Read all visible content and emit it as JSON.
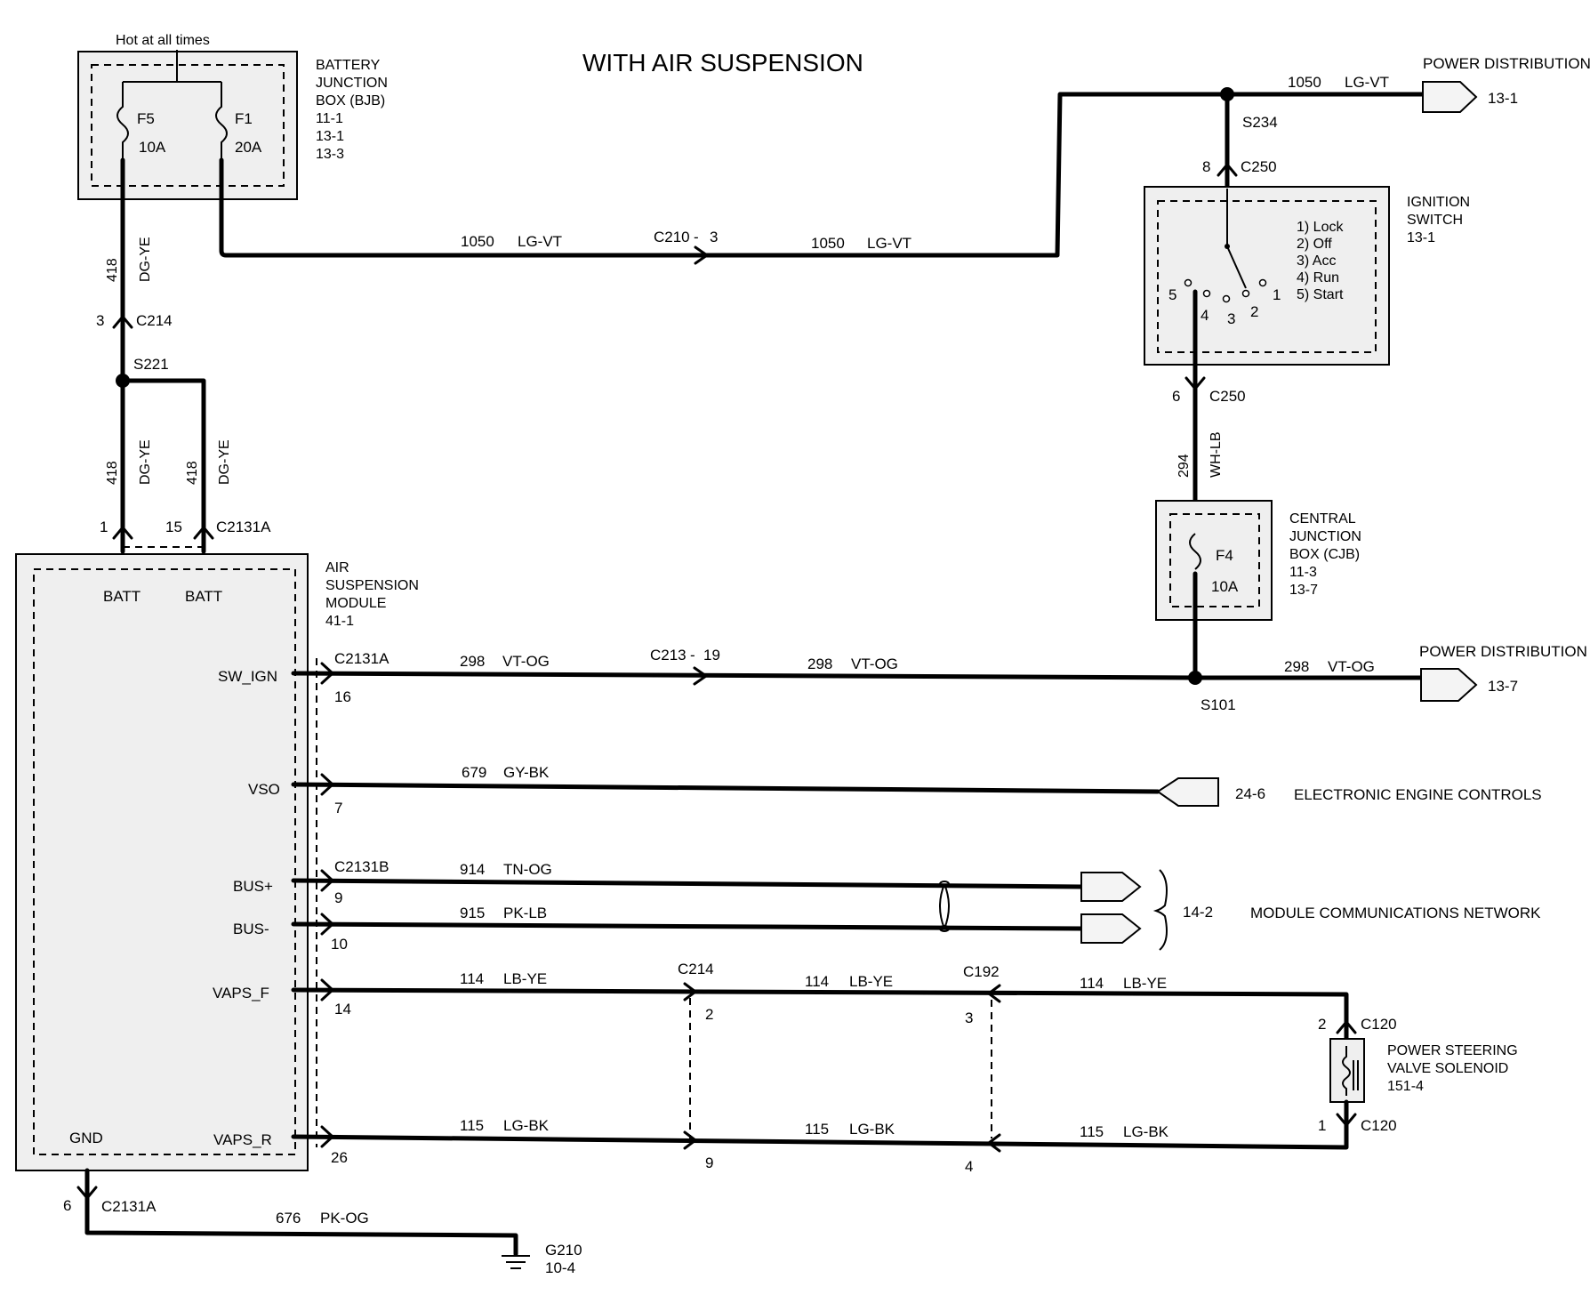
{
  "title": "WITH AIR SUSPENSION",
  "bjb": {
    "hot_label": "Hot at all times",
    "name_lines": [
      "BATTERY",
      "JUNCTION",
      "BOX (BJB)",
      "11-1",
      "13-1",
      "13-3"
    ],
    "f5": "F5",
    "f5_rating": "10A",
    "f1": "F1",
    "f1_rating": "20A"
  },
  "wires": {
    "w418a_num": "418",
    "w418a_col": "DG-YE",
    "w418b_num": "418",
    "w418b_col": "DG-YE",
    "w418c_num": "418",
    "w418c_col": "DG-YE",
    "w1050a_num": "1050",
    "w1050a_col": "LG-VT",
    "w1050b_num": "1050",
    "w1050b_col": "LG-VT",
    "w1050c_num": "1050",
    "w1050c_col": "LG-VT",
    "w294_num": "294",
    "w294_col": "WH-LB",
    "w298a_num": "298",
    "w298a_col": "VT-OG",
    "w298b_num": "298",
    "w298b_col": "VT-OG",
    "w298c_num": "298",
    "w298c_col": "VT-OG",
    "w679_num": "679",
    "w679_col": "GY-BK",
    "w914_num": "914",
    "w914_col": "TN-OG",
    "w915_num": "915",
    "w915_col": "PK-LB",
    "w114a_num": "114",
    "w114a_col": "LB-YE",
    "w114b_num": "114",
    "w114b_col": "LB-YE",
    "w114c_num": "114",
    "w114c_col": "LB-YE",
    "w115a_num": "115",
    "w115a_col": "LG-BK",
    "w115b_num": "115",
    "w115b_col": "LG-BK",
    "w115c_num": "115",
    "w115c_col": "LG-BK",
    "w676_num": "676",
    "w676_col": "PK-OG"
  },
  "connectors": {
    "c214_top_pin": "3",
    "c214_top": "C214",
    "s221": "S221",
    "c2131a_pin1": "1",
    "c2131a_pin15": "15",
    "c2131a_top": "C2131A",
    "c210": "C210",
    "c210_sep": "-",
    "c210_pin": "3",
    "s234": "S234",
    "c250_top_pin": "8",
    "c250_top": "C250",
    "c250_bot_pin": "6",
    "c250_bot": "C250",
    "c2131a_sw": "C2131A",
    "sw_pin": "16",
    "c213": "C213",
    "c213_sep": "-",
    "c213_pin": "19",
    "s101": "S101",
    "vso_pin": "7",
    "c2131b": "C2131B",
    "bus_p_pin": "9",
    "bus_m_pin": "10",
    "vaps_f_pin": "14",
    "vaps_r_pin": "26",
    "c214_mid": "C214",
    "c214_mid_pin_top": "2",
    "c214_mid_pin_bot": "9",
    "c192": "C192",
    "c192_pin_top": "3",
    "c192_pin_bot": "4",
    "c120_top_pin": "2",
    "c120_top": "C120",
    "c120_bot_pin": "1",
    "c120_bot": "C120",
    "gnd_pin": "6",
    "c2131a_gnd": "C2131A"
  },
  "module": {
    "name_lines": [
      "AIR",
      "SUSPENSION",
      "MODULE",
      "41-1"
    ],
    "batt1": "BATT",
    "batt2": "BATT",
    "sw_ign": "SW_IGN",
    "vso": "VSO",
    "bus_plus": "BUS+",
    "bus_minus": "BUS-",
    "vaps_f": "VAPS_F",
    "vaps_r": "VAPS_R",
    "gnd": "GND"
  },
  "ignition": {
    "name_lines": [
      "IGNITION",
      "SWITCH",
      "13-1"
    ],
    "positions": [
      "1) Lock",
      "2) Off",
      "3) Acc",
      "4) Run",
      "5) Start"
    ],
    "terminals": [
      "5",
      "4",
      "3",
      "2",
      "1"
    ]
  },
  "cjb": {
    "name_lines": [
      "CENTRAL",
      "JUNCTION",
      "BOX (CJB)",
      "11-3",
      "13-7"
    ],
    "fuse": "F4",
    "rating": "10A"
  },
  "destinations": {
    "pd_top": "POWER DISTRIBUTION",
    "pd_top_ref": "13-1",
    "pd_mid": "POWER DISTRIBUTION",
    "pd_mid_ref": "13-7",
    "eec_ref": "24-6",
    "eec": "ELECTRONIC ENGINE CONTROLS",
    "mcn_ref": "14-2",
    "mcn": "MODULE COMMUNICATIONS NETWORK"
  },
  "solenoid": {
    "name_lines": [
      "POWER STEERING",
      "VALVE SOLENOID",
      "151-4"
    ]
  },
  "ground": {
    "name": "G210",
    "ref": "10-4"
  }
}
